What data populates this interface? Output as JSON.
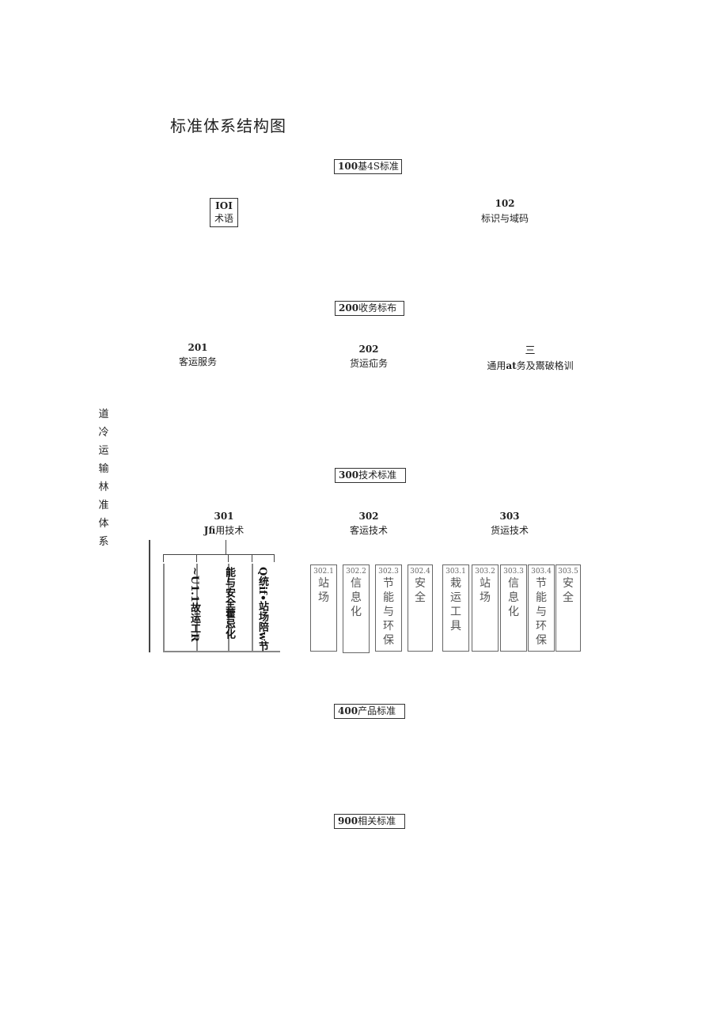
{
  "title": "标准体系结构图",
  "side_label": [
    "道",
    "冷",
    "运",
    "输",
    "林",
    "准",
    "体",
    "系"
  ],
  "n100": {
    "code": "100",
    "label": "基4S标准"
  },
  "n101": {
    "code": "IOI",
    "label": "术语"
  },
  "n102": {
    "code": "102",
    "label": "标识与域码"
  },
  "n200": {
    "code": "200",
    "label": "收务标布"
  },
  "n201": {
    "code": "201",
    "label": "客运服务"
  },
  "n202": {
    "code": "202",
    "label": "货运疝务"
  },
  "n203": {
    "code": "三",
    "label_pre": "通用",
    "label_bold": "at",
    "label_post": "务及鬻破格训"
  },
  "n300": {
    "code": "300",
    "label": "技术标准"
  },
  "n301": {
    "code": "301",
    "label_bold": "Jfi",
    "label": "用技术"
  },
  "n302": {
    "code": "302",
    "label": "客运技术"
  },
  "n303": {
    "code": "303",
    "label": "货运技术"
  },
  "group301": [
    "~U1.1故运工R",
    "能与安全藿忌化",
    "Q统if•站场陪w节"
  ],
  "group302": [
    {
      "code": "302.1",
      "text": "站场"
    },
    {
      "code": "302.2",
      "text": "信息化"
    },
    {
      "code": "302.3",
      "text": "节能与环保"
    },
    {
      "code": "302.4",
      "text": "安全"
    }
  ],
  "group303": [
    {
      "code": "303.1",
      "text": "栽运工具"
    },
    {
      "code": "303.2",
      "text": "站场"
    },
    {
      "code": "303.3",
      "text": "信息化"
    },
    {
      "code": "303.4",
      "text": "节能与环保"
    },
    {
      "code": "303.5",
      "text": "安全"
    }
  ],
  "n400": {
    "code": "400",
    "label": "产品标准"
  },
  "n900": {
    "code": "900",
    "label": "相关标准"
  }
}
